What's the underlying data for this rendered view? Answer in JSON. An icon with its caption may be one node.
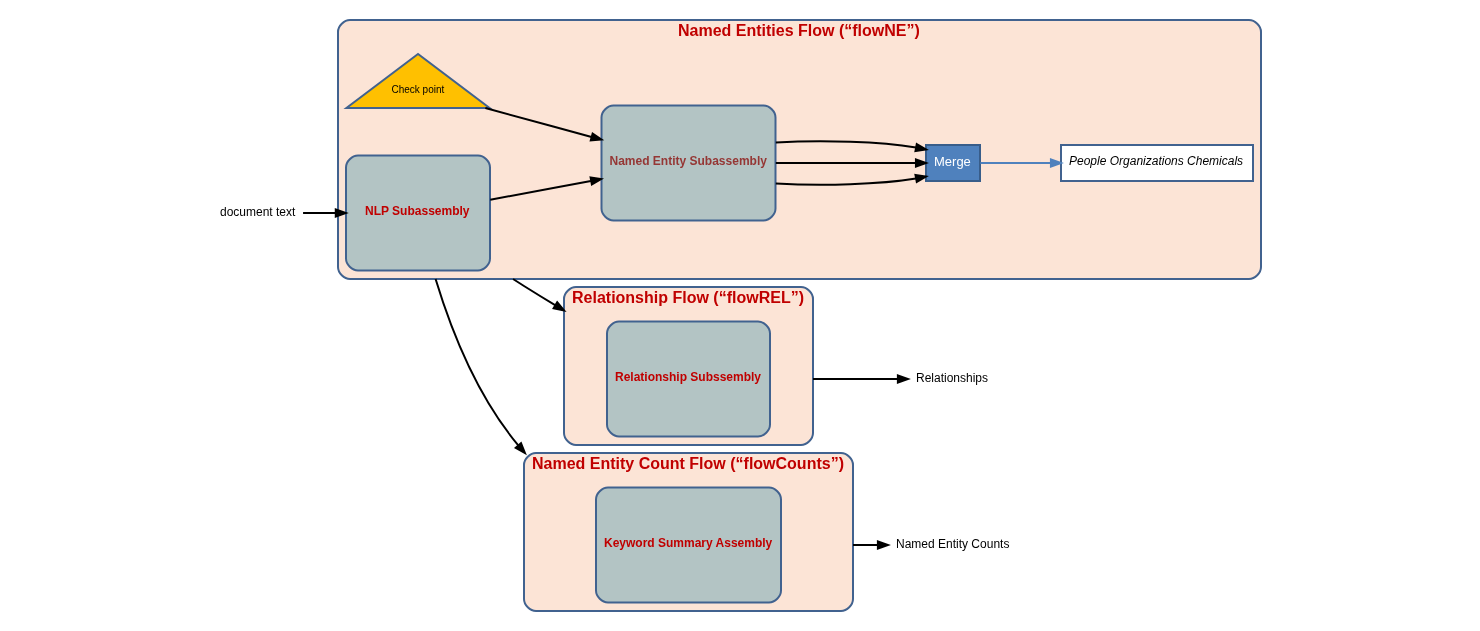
{
  "diagram": {
    "nodes": [
      {
        "text": [
          "Named Entities Flow (“flowNE”)"
        ]
      },
      {
        "text": [
          "NLP Subassembly"
        ],
        "in": 0
      },
      {
        "text": [
          "Named Entity Subassembly"
        ],
        "in": 0
      },
      {
        "text": [
          "Check point"
        ],
        "in": 0
      },
      {
        "text": [
          "Merge"
        ],
        "in": 0
      },
      {
        "text": [
          "People Organizations Chemicals"
        ],
        "in": 0
      },
      {
        "text": [
          "Relationship Flow (“flowREL”)"
        ]
      },
      {
        "text": [
          "Relationship Subssembly"
        ],
        "in": 6
      },
      {
        "text": [
          "Named Entity Count Flow (“flowCounts”)"
        ]
      },
      {
        "text": [
          "Keyword Summary Assembly"
        ],
        "in": 8
      },
      {
        "text": [
          "document text"
        ]
      },
      {
        "text": [
          "Relationships"
        ]
      },
      {
        "text": [
          "Named Entity Counts"
        ]
      }
    ],
    "edges": [
      {
        "from": 10,
        "to": 1,
        "arrow": "to"
      },
      {
        "from": 1,
        "to": 2,
        "arrow": "to"
      },
      {
        "from": 3,
        "to": 2,
        "arrow": "to"
      },
      {
        "from": 2,
        "to": 4,
        "arrow": "to"
      },
      {
        "from": 2,
        "to": 4,
        "arrow": "to"
      },
      {
        "from": 2,
        "to": 4,
        "arrow": "to"
      },
      {
        "from": 4,
        "to": 5,
        "arrow": "to",
        "color": "#4f81bd"
      },
      {
        "from": 0,
        "to": 6,
        "arrow": "to"
      },
      {
        "from": 0,
        "to": 8,
        "arrow": "to"
      },
      {
        "from": 6,
        "to": 11,
        "arrow": "to"
      },
      {
        "from": 8,
        "to": 12,
        "arrow": "to"
      }
    ]
  }
}
